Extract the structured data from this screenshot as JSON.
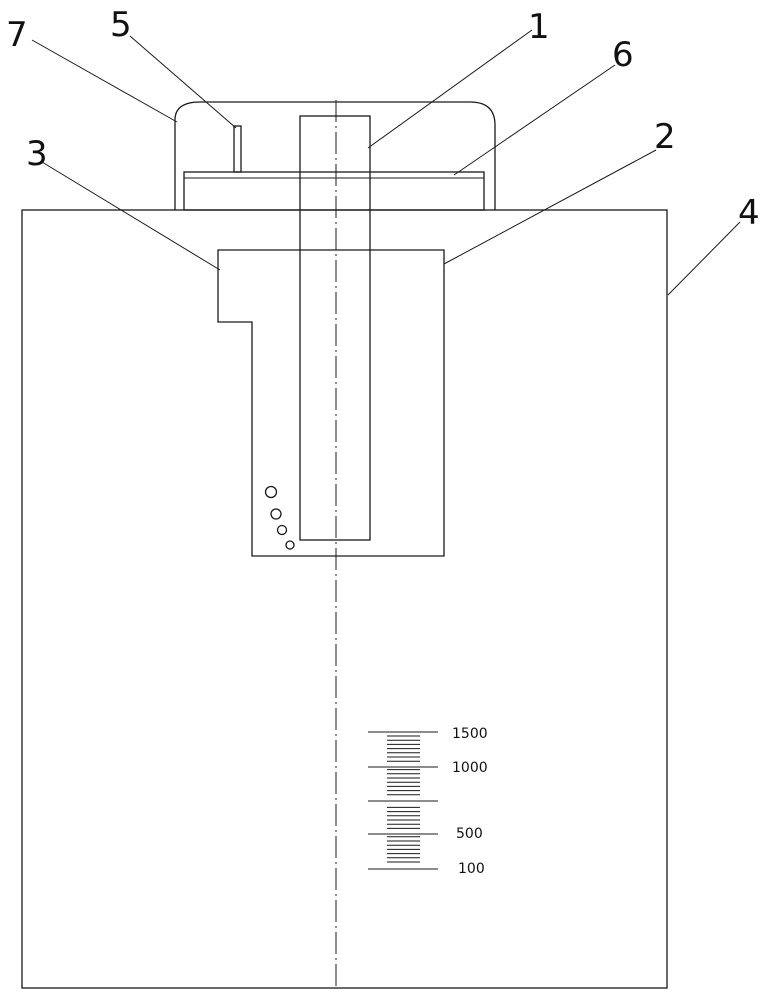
{
  "callouts": {
    "c1": "1",
    "c2": "2",
    "c3": "3",
    "c4": "4",
    "c5": "5",
    "c6": "6",
    "c7": "7"
  },
  "scale": {
    "labels": [
      "1500",
      "1000",
      "500",
      "100"
    ]
  },
  "colors": {
    "line": "#1a1a1a",
    "background": "#ffffff"
  }
}
